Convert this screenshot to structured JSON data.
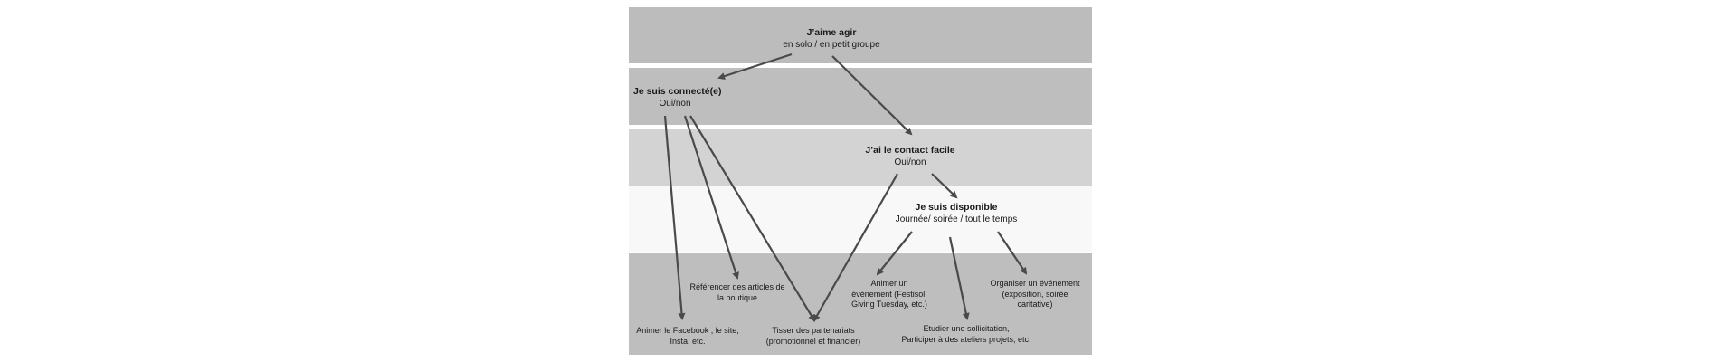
{
  "nodes": {
    "agir": {
      "title": "J’aime agir",
      "sub": "en solo / en petit groupe"
    },
    "connecte": {
      "title": "Je suis connecté(e)",
      "sub": "Oui/non"
    },
    "contact": {
      "title": "J’ai le contact facile",
      "sub": "Oui/non"
    },
    "disponible": {
      "title": "Je suis disponible",
      "sub": "Journée/ soirée / tout le temps"
    }
  },
  "leaves": {
    "referencer": [
      "Référencer des articles de",
      "la boutique"
    ],
    "animer_facebook": [
      "Animer le Facebook , le site,",
      "Insta, etc."
    ],
    "tisser": [
      "Tisser des partenariats",
      "(promotionnel et financier)"
    ],
    "animer_evenement": [
      "Animer un",
      "événement (Festisol,",
      "Giving Tuesday, etc.)"
    ],
    "etudier": [
      "Etudier une sollicitation,",
      "Participer à des ateliers projets, etc."
    ],
    "organiser": [
      "Organiser un événement",
      "(exposition, soirée",
      "caritative)"
    ]
  }
}
